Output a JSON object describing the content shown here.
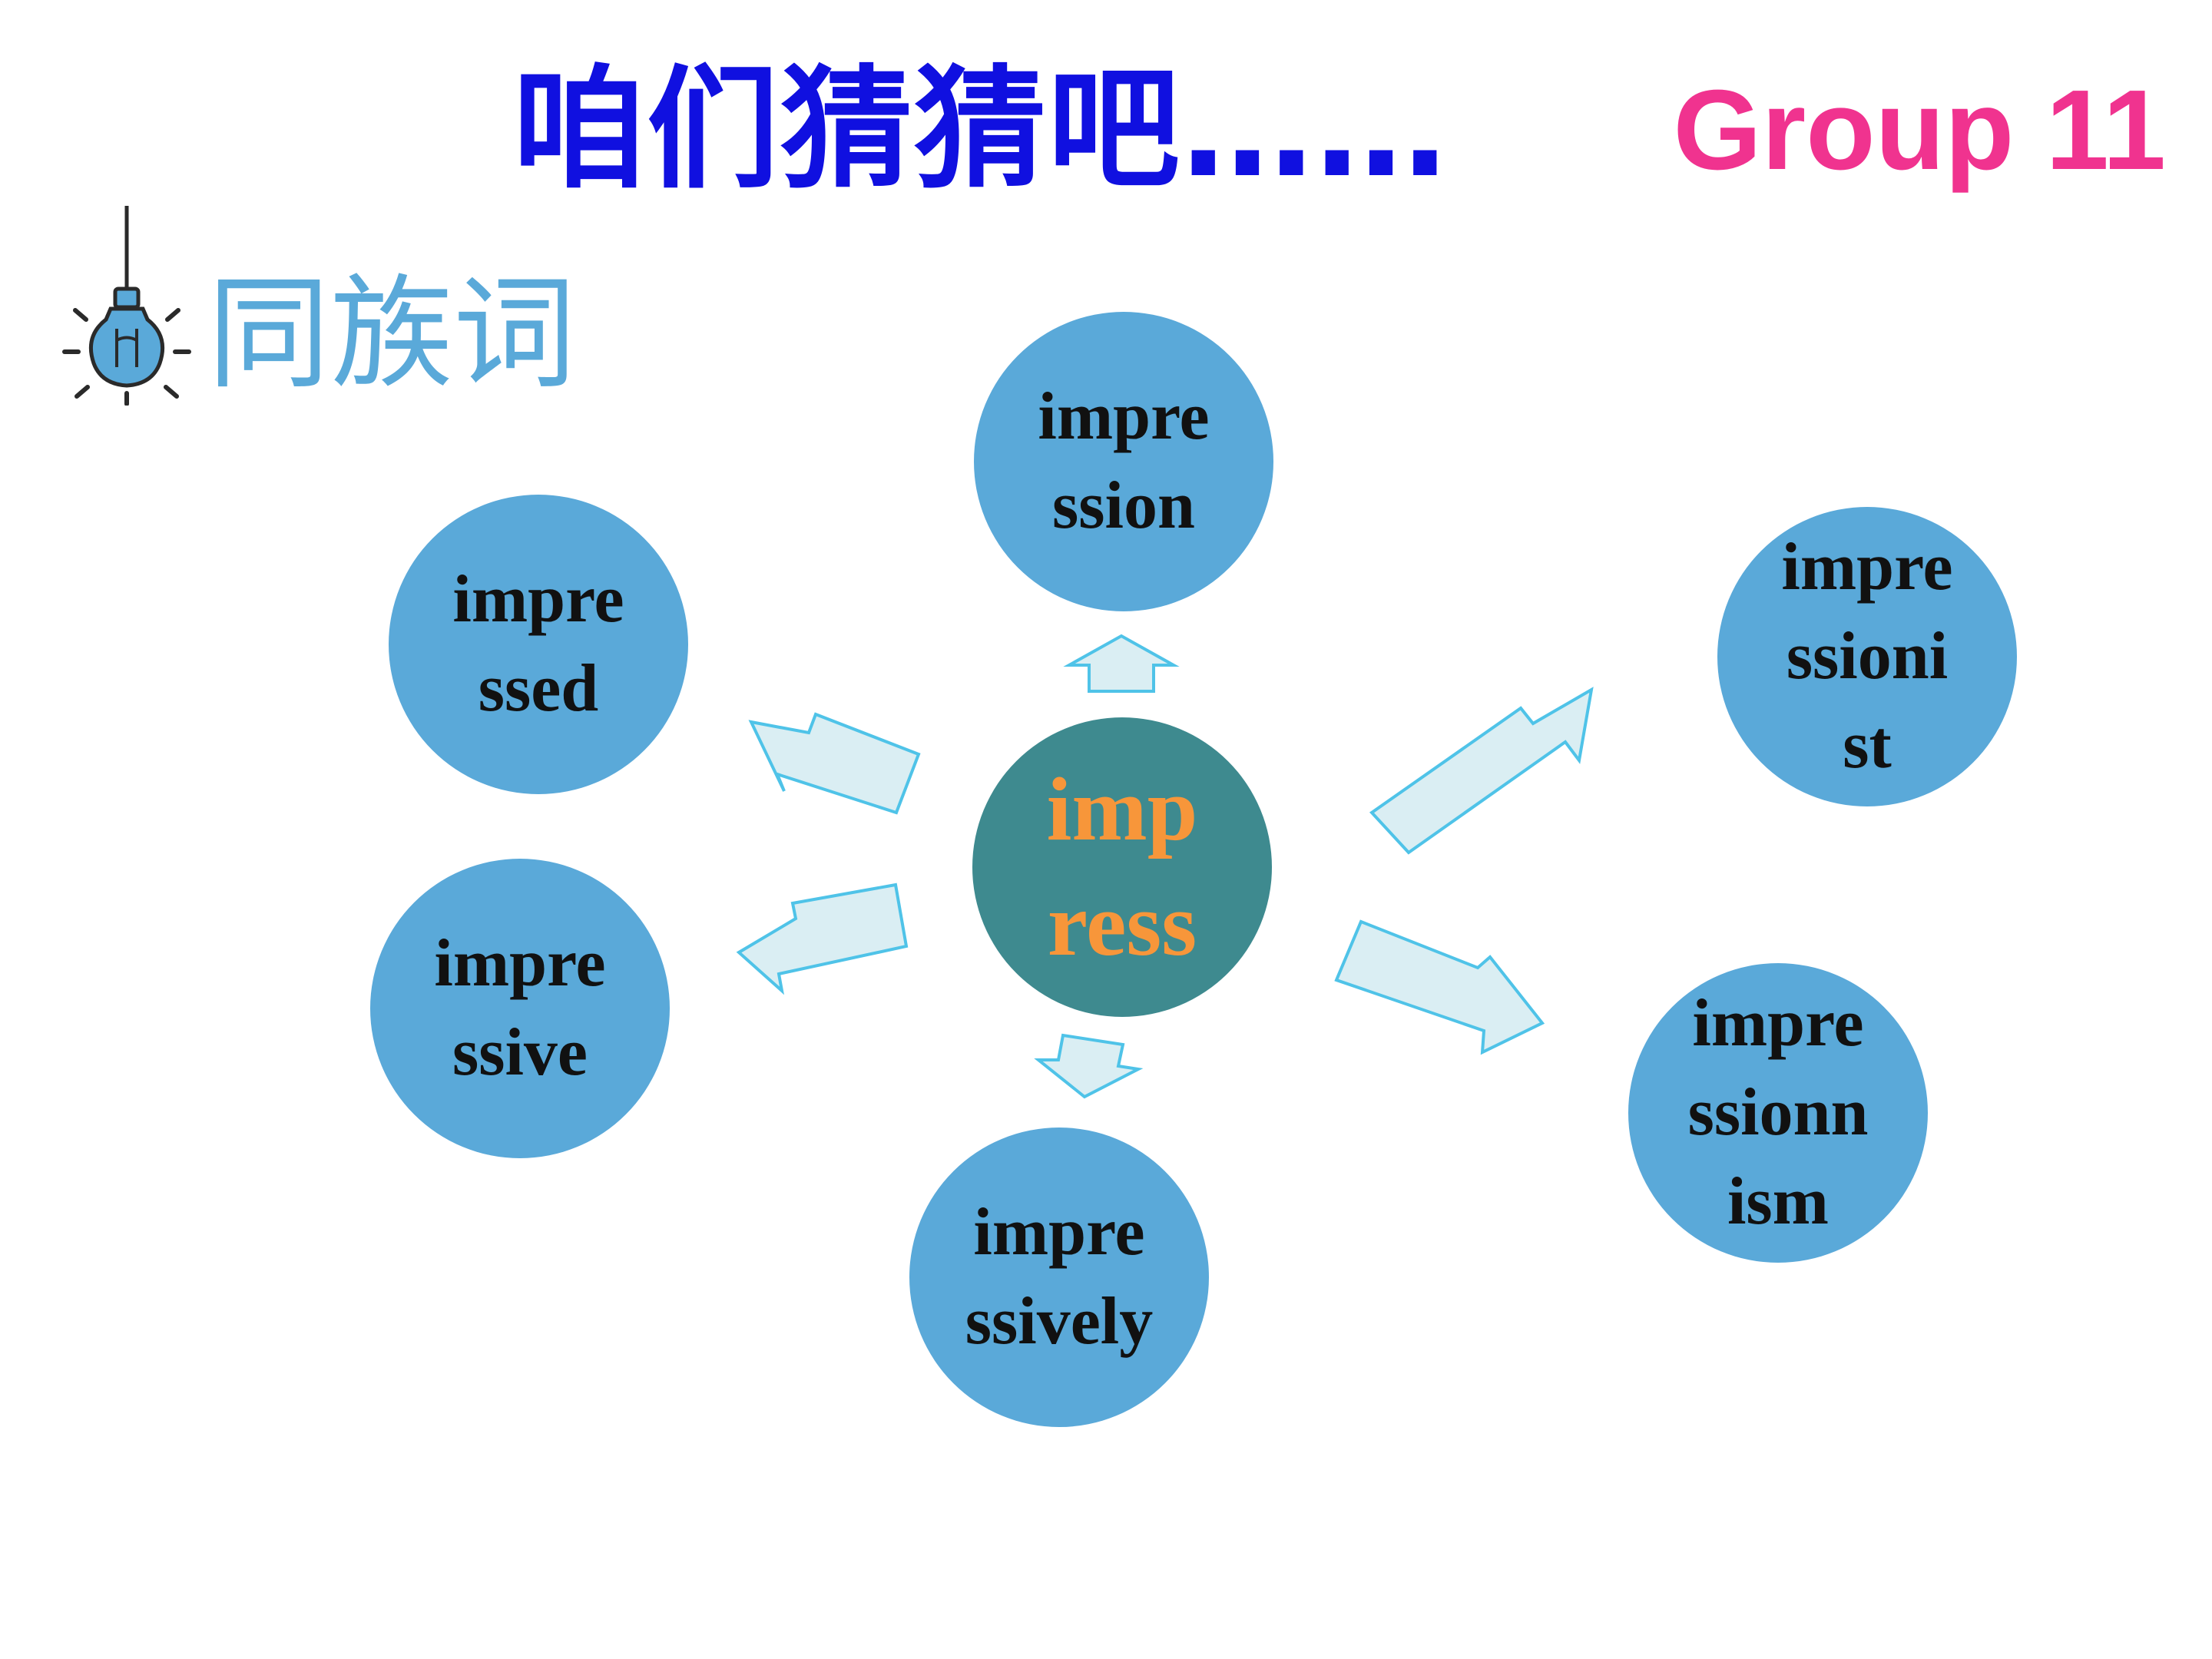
{
  "header": {
    "title": "咱们猜猜吧……",
    "group_label": "Group 11"
  },
  "section": {
    "heading": "同族词",
    "icon": "lightbulb-icon"
  },
  "diagram": {
    "center": "imp\nress",
    "nodes": [
      {
        "id": "impression",
        "text": "impre\nssion"
      },
      {
        "id": "impressed",
        "text": "impre\nssed"
      },
      {
        "id": "impressive",
        "text": "impre\nssive"
      },
      {
        "id": "impressively",
        "text": "impre\nssively"
      },
      {
        "id": "impressionist",
        "text": "impre\nssioni\nst"
      },
      {
        "id": "impressionnism",
        "text": "impre\nssionn\nism"
      }
    ]
  },
  "colors": {
    "title": "#1010e0",
    "group_label": "#f0338f",
    "heading": "#5aa9d9",
    "node_fill": "#5aa9d9",
    "center_fill": "#3e8a8f",
    "center_text": "#f7963a",
    "arrow_fill": "#daeef3",
    "arrow_stroke": "#4fc3e8"
  }
}
